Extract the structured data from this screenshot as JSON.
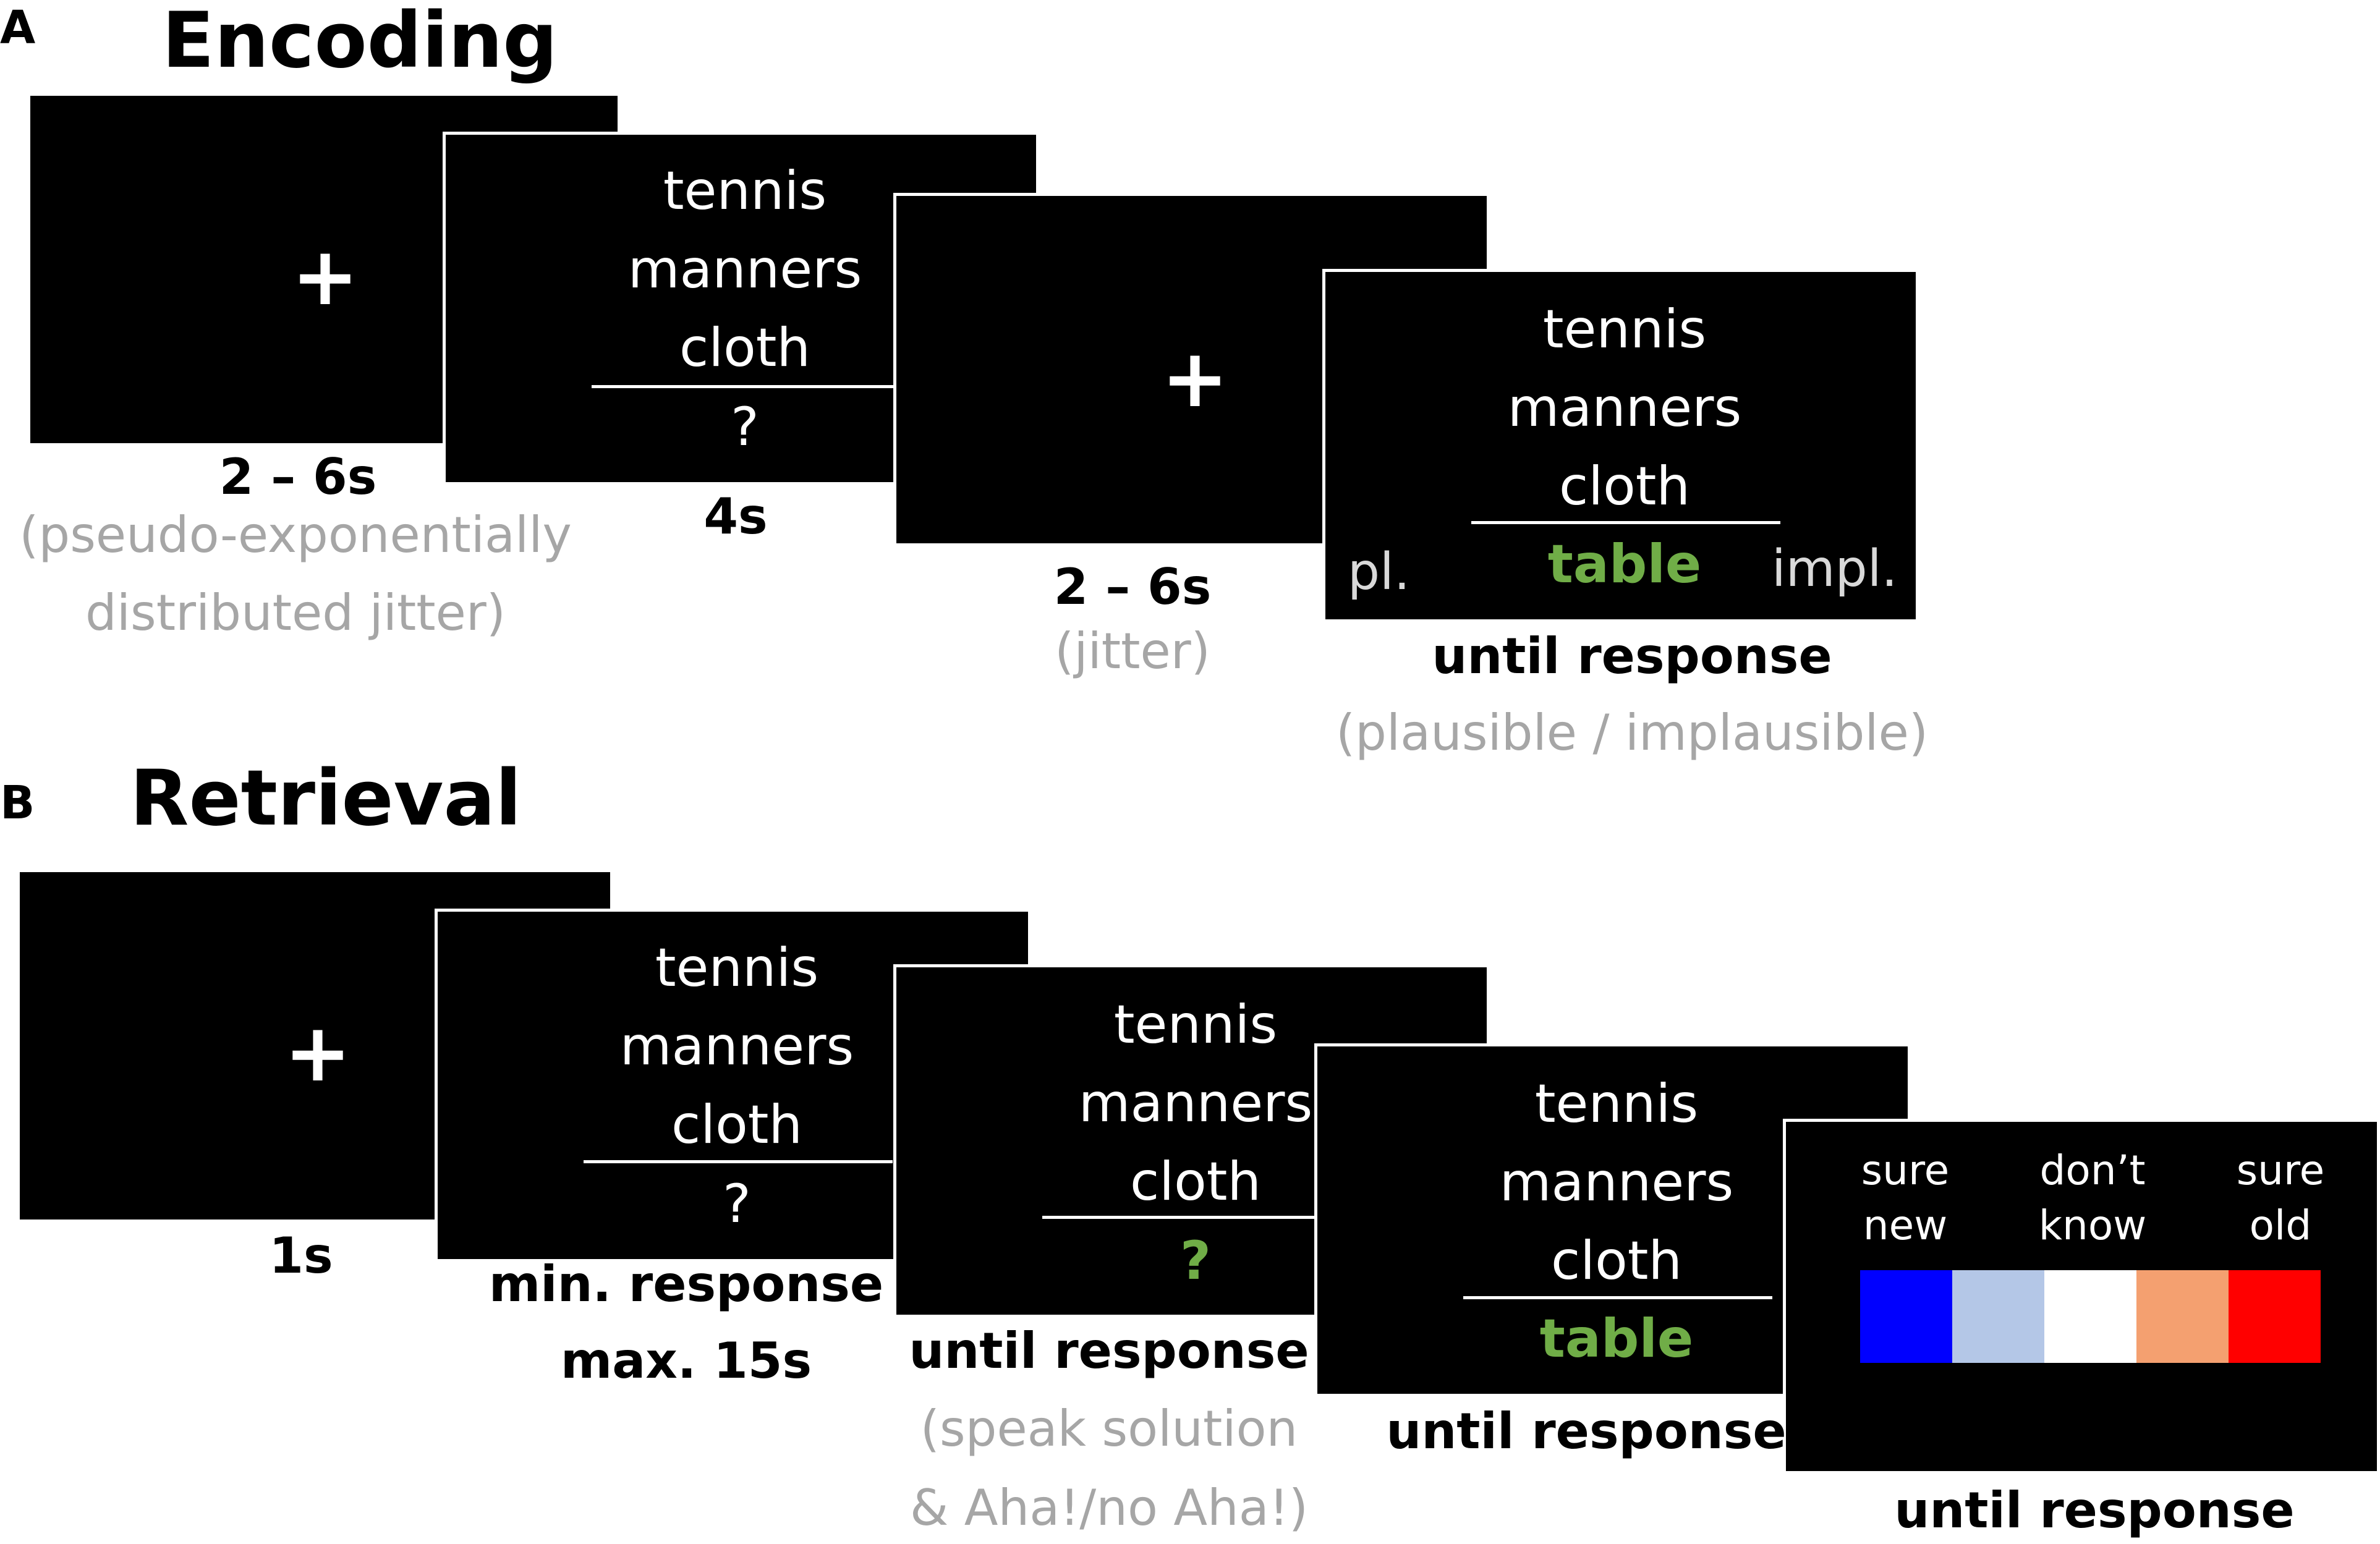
{
  "panel_a": {
    "letter": "A",
    "title": "Encoding",
    "screen1": {
      "symbol": "+",
      "duration": "2 – 6s",
      "note_line1": "(pseudo-exponentially",
      "note_line2": "distributed jitter)"
    },
    "screen2": {
      "words": [
        "tennis",
        "manners",
        "cloth"
      ],
      "query": "?",
      "duration": "4s"
    },
    "screen3": {
      "symbol": "+",
      "duration": "2 – 6s",
      "note": "(jitter)"
    },
    "screen4": {
      "words": [
        "tennis",
        "manners",
        "cloth"
      ],
      "solution": "table",
      "left_label": "pl.",
      "right_label": "impl.",
      "duration": "until response",
      "note": "(plausible / implausible)"
    }
  },
  "panel_b": {
    "letter": "B",
    "title": "Retrieval",
    "screen1": {
      "symbol": "+",
      "duration": "1s"
    },
    "screen2": {
      "words": [
        "tennis",
        "manners",
        "cloth"
      ],
      "query": "?",
      "duration_line1": "min. response",
      "duration_line2": "max. 15s"
    },
    "screen3": {
      "words": [
        "tennis",
        "manners",
        "cloth"
      ],
      "query": "?",
      "duration": "until response",
      "note_line1": "(speak solution",
      "note_line2": "& Aha!/no Aha!)"
    },
    "screen4": {
      "words": [
        "tennis",
        "manners",
        "cloth"
      ],
      "solution": "table",
      "duration": "until response"
    },
    "screen5": {
      "scale_labels": [
        {
          "line1": "sure",
          "line2": "new"
        },
        {
          "line1": "don’t",
          "line2": "know"
        },
        {
          "line1": "sure",
          "line2": "old"
        }
      ],
      "scale_colors": [
        "#0000ff",
        "#b4c7e7",
        "#ffffff",
        "#f4a070",
        "#ff0000"
      ],
      "duration": "until response"
    }
  },
  "colors": {
    "solution_green": "#70ad47",
    "note_gray": "#a6a6a6"
  }
}
